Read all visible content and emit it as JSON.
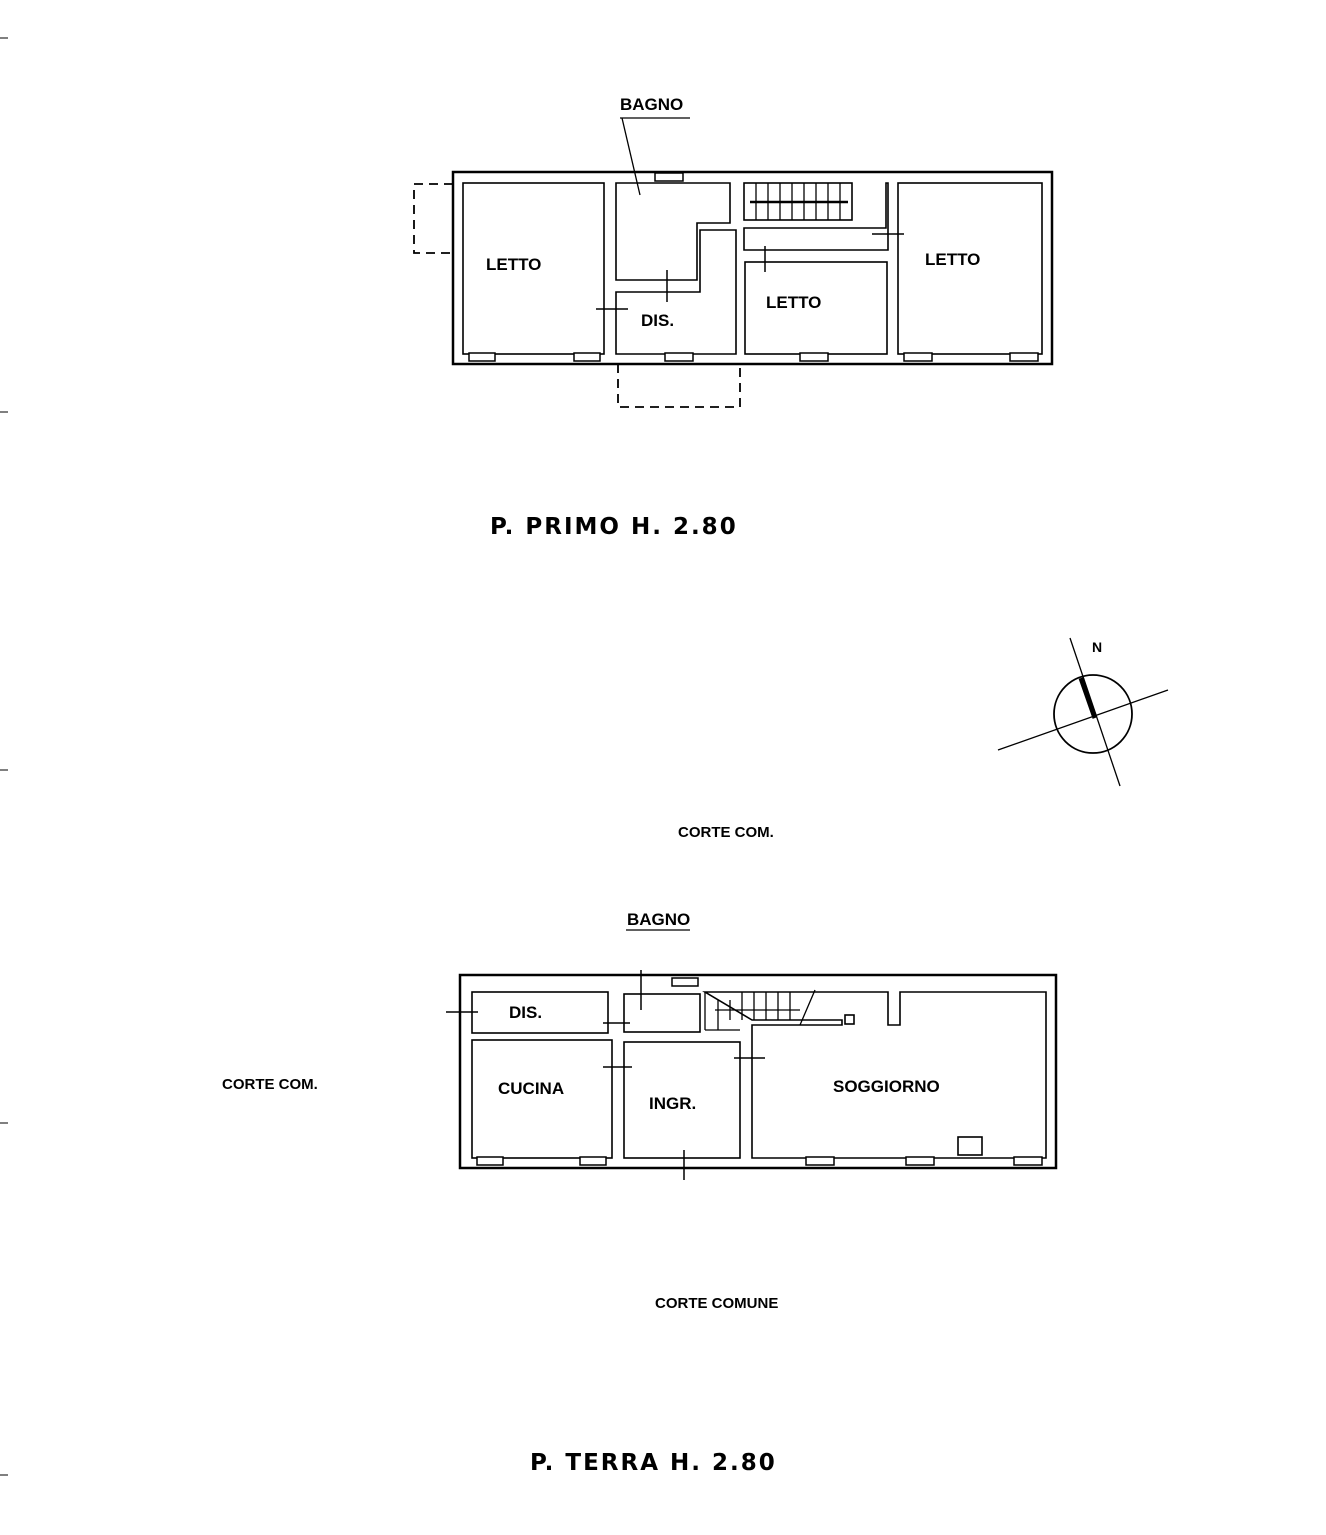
{
  "first_floor": {
    "title": "P. PRIMO H. 2.80",
    "rooms": {
      "bagno": "BAGNO",
      "letto_left": "LETTO",
      "dis": "DIS.",
      "letto_middle": "LETTO",
      "letto_right": "LETTO"
    }
  },
  "ground_floor": {
    "title": "P. TERRA H. 2.80",
    "rooms": {
      "bagno": "BAGNO",
      "dis": "DIS.",
      "cucina": "CUCINA",
      "ingr": "INGR.",
      "soggiorno": "SOGGIORNO"
    }
  },
  "surroundings": {
    "corte_top": "CORTE COM.",
    "corte_left": "CORTE COM.",
    "corte_bottom": "CORTE COMUNE"
  },
  "compass": {
    "north_label": "N"
  }
}
